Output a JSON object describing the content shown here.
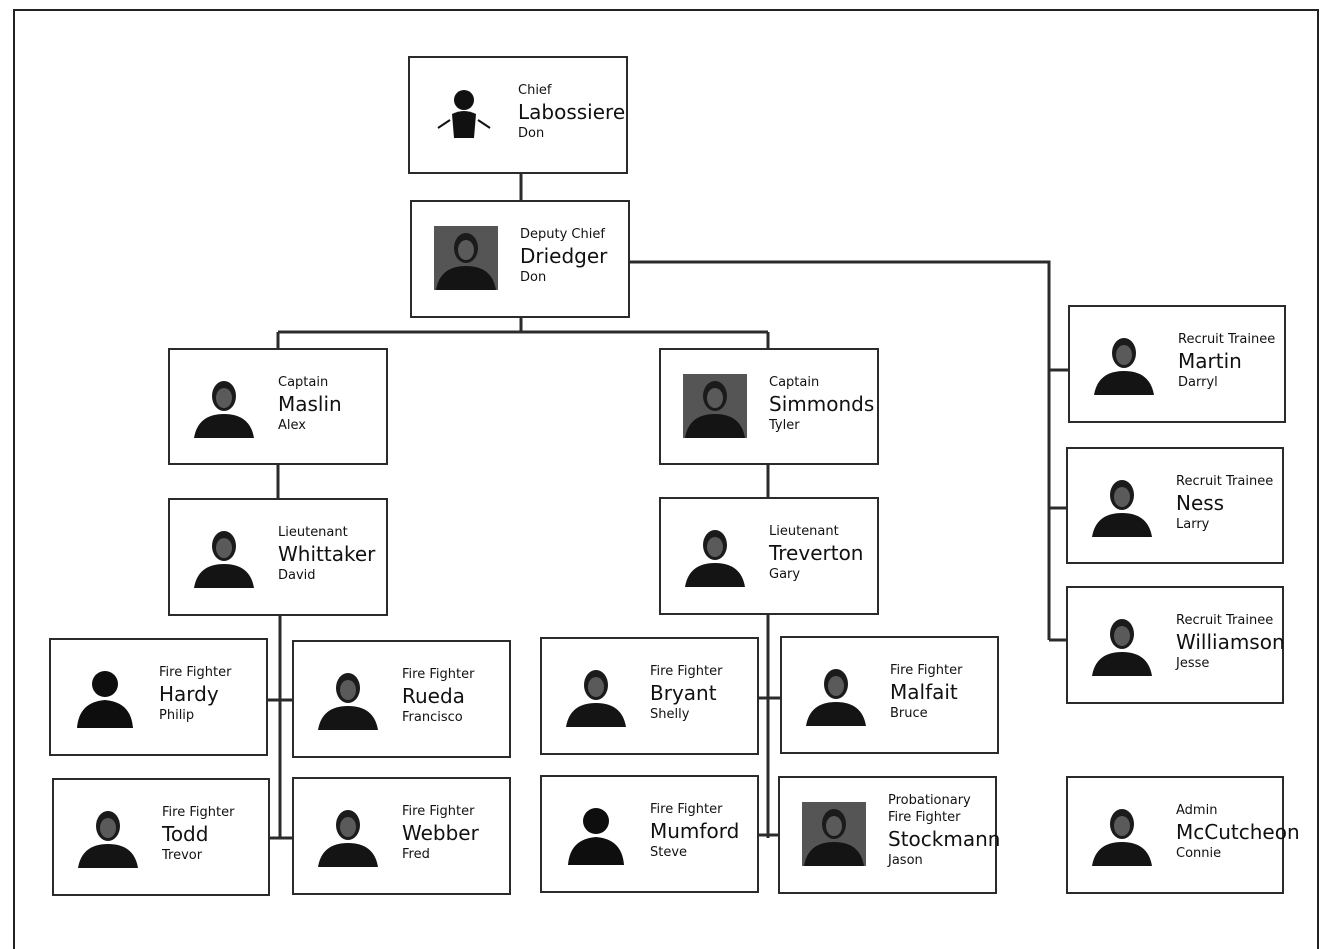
{
  "org_chart": {
    "people": [
      {
        "id": "labossiere",
        "role": "Chief",
        "last": "Labossiere",
        "first": "Don",
        "photo": "outline-silhouette"
      },
      {
        "id": "driedger",
        "role": "Deputy Chief",
        "last": "Driedger",
        "first": "Don",
        "photo": "dark-portrait"
      },
      {
        "id": "maslin",
        "role": "Captain",
        "last": "Maslin",
        "first": "Alex",
        "photo": "portrait"
      },
      {
        "id": "simmonds",
        "role": "Captain",
        "last": "Simmonds",
        "first": "Tyler",
        "photo": "dark-portrait"
      },
      {
        "id": "whittaker",
        "role": "Lieutenant",
        "last": "Whittaker",
        "first": "David",
        "photo": "portrait"
      },
      {
        "id": "treverton",
        "role": "Lieutenant",
        "last": "Treverton",
        "first": "Gary",
        "photo": "portrait"
      },
      {
        "id": "hardy",
        "role": "Fire Fighter",
        "last": "Hardy",
        "first": "Philip",
        "photo": "silhouette"
      },
      {
        "id": "rueda",
        "role": "Fire Fighter",
        "last": "Rueda",
        "first": "Francisco",
        "photo": "portrait"
      },
      {
        "id": "todd",
        "role": "Fire Fighter",
        "last": "Todd",
        "first": "Trevor",
        "photo": "portrait"
      },
      {
        "id": "webber",
        "role": "Fire Fighter",
        "last": "Webber",
        "first": "Fred",
        "photo": "portrait"
      },
      {
        "id": "bryant",
        "role": "Fire Fighter",
        "last": "Bryant",
        "first": "Shelly",
        "photo": "portrait"
      },
      {
        "id": "malfait",
        "role": "Fire Fighter",
        "last": "Malfait",
        "first": "Bruce",
        "photo": "portrait"
      },
      {
        "id": "mumford",
        "role": "Fire Fighter",
        "last": "Mumford",
        "first": "Steve",
        "photo": "silhouette"
      },
      {
        "id": "stockmann",
        "role": "Probationary Fire Fighter",
        "last": "Stockmann",
        "first": "Jason",
        "photo": "dark-portrait"
      },
      {
        "id": "martin",
        "role": "Recruit Trainee",
        "last": "Martin",
        "first": "Darryl",
        "photo": "portrait"
      },
      {
        "id": "ness",
        "role": "Recruit Trainee",
        "last": "Ness",
        "first": "Larry",
        "photo": "portrait"
      },
      {
        "id": "williamson",
        "role": "Recruit Trainee",
        "last": "Williamson",
        "first": "Jesse",
        "photo": "portrait"
      },
      {
        "id": "mccutcheon",
        "role": "Admin",
        "last": "McCutcheon",
        "first": "Connie",
        "photo": "portrait"
      }
    ]
  }
}
